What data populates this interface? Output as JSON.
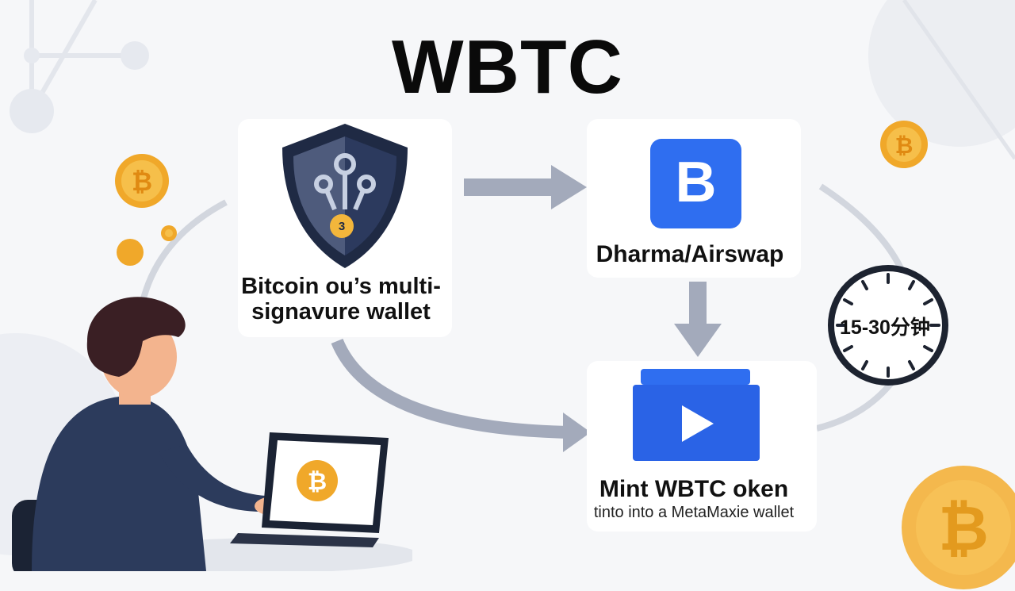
{
  "title": "WBTC",
  "step_wallet": {
    "label": "Bitcoin ou’s multi-signavure wallet",
    "badge": "3"
  },
  "step_dharma": {
    "label": "Dharma/Airswap",
    "logo_letter": "B"
  },
  "step_mint": {
    "title": "Mint WBTC  oken",
    "subtitle": "tinto into a MetaMaxie wallet"
  },
  "timer": {
    "label": "15-30分钟"
  },
  "icons": [
    "shield-keys-icon",
    "dharma-logo-icon",
    "wallet-play-icon",
    "clock-icon",
    "bitcoin-coin-icon",
    "laptop-icon"
  ],
  "colors": {
    "shield_dark": "#1f2a44",
    "brand_blue": "#2f6ef0",
    "arrow_gray": "#a3aabb",
    "coin_gold": "#f0a82a",
    "person_shirt": "#2c3b5c"
  }
}
